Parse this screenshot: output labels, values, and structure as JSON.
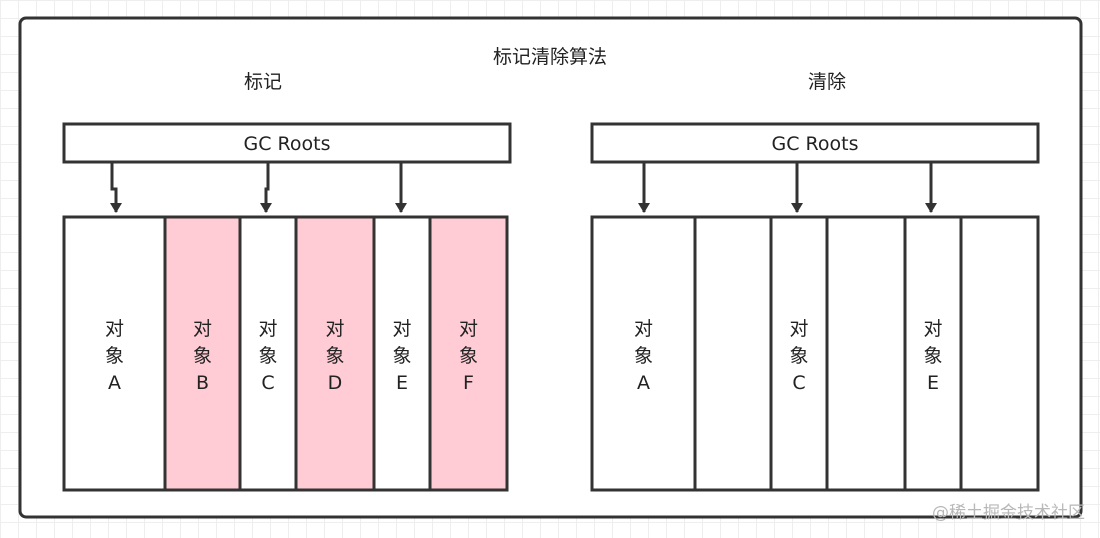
{
  "title": "标记清除算法",
  "watermark": "@稀土掘金技术社区",
  "panels": [
    {
      "label": "标记",
      "roots_label": "GC Roots",
      "cells": [
        {
          "lines": [
            "对",
            "象",
            "A"
          ],
          "status": "reachable"
        },
        {
          "lines": [
            "对",
            "象",
            "B"
          ],
          "status": "garbage"
        },
        {
          "lines": [
            "对",
            "象",
            "C"
          ],
          "status": "reachable"
        },
        {
          "lines": [
            "对",
            "象",
            "D"
          ],
          "status": "garbage"
        },
        {
          "lines": [
            "对",
            "象",
            "E"
          ],
          "status": "reachable"
        },
        {
          "lines": [
            "对",
            "象",
            "F"
          ],
          "status": "garbage"
        }
      ]
    },
    {
      "label": "清除",
      "roots_label": "GC Roots",
      "cells": [
        {
          "lines": [
            "对",
            "象",
            "A"
          ],
          "status": "reachable"
        },
        {
          "lines": [],
          "status": "free"
        },
        {
          "lines": [
            "对",
            "象",
            "C"
          ],
          "status": "reachable"
        },
        {
          "lines": [],
          "status": "free"
        },
        {
          "lines": [
            "对",
            "象",
            "E"
          ],
          "status": "reachable"
        },
        {
          "lines": [],
          "status": "free"
        }
      ]
    }
  ],
  "colors": {
    "garbage": "#ffccd5",
    "reachable": "#ffffff",
    "free": "#ffffff",
    "stroke": "#333333"
  }
}
